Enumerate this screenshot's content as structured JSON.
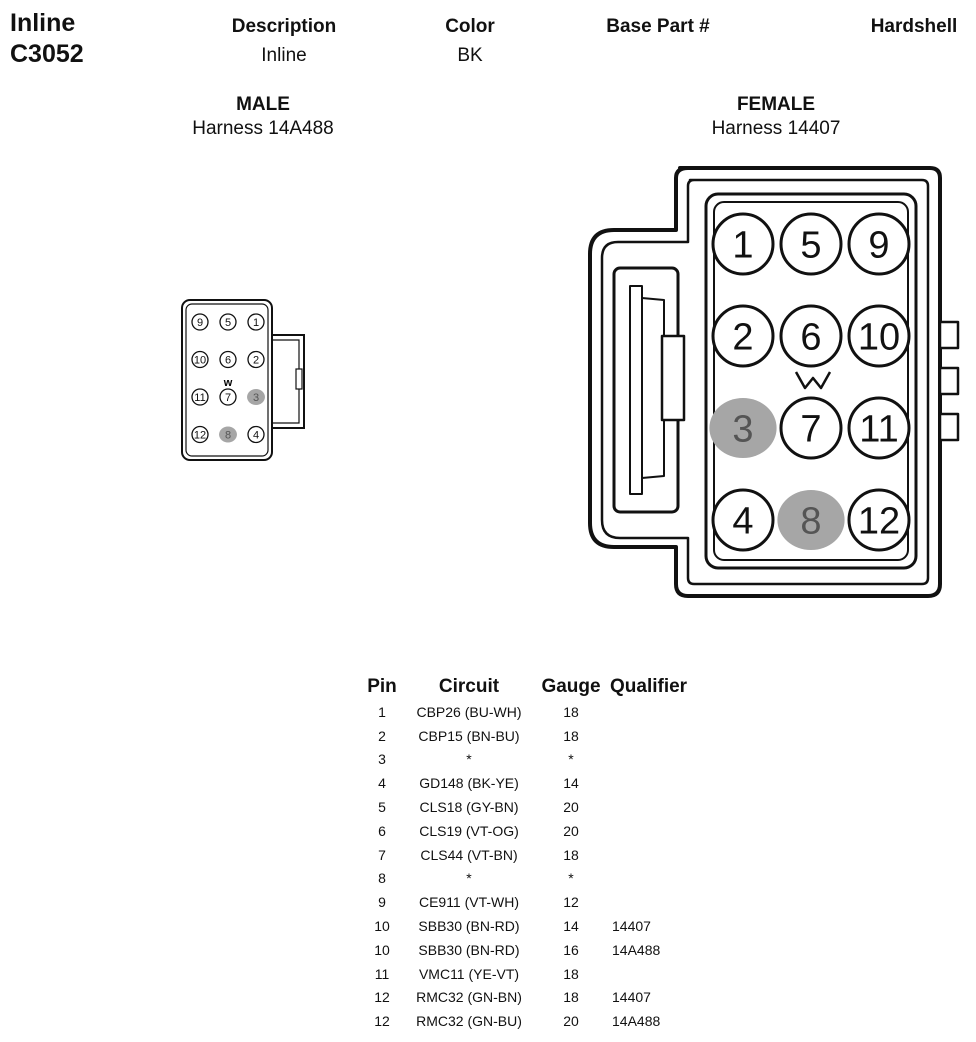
{
  "header": {
    "title_line1": "Inline",
    "title_line2": "C3052",
    "description_label": "Description",
    "description_value": "Inline",
    "color_label": "Color",
    "color_value": "BK",
    "base_part_label": "Base Part #",
    "base_part_value": "",
    "hardshell_label": "Hardshell"
  },
  "male": {
    "title": "MALE",
    "harness": "Harness 14A488",
    "pins": [
      "9",
      "5",
      "1",
      "10",
      "6",
      "2",
      "11",
      "7",
      "3",
      "12",
      "8",
      "4"
    ],
    "key_mark": "w"
  },
  "female": {
    "title": "FEMALE",
    "harness": "Harness 14407",
    "pins": [
      "1",
      "5",
      "9",
      "2",
      "6",
      "10",
      "3",
      "7",
      "11",
      "4",
      "8",
      "12"
    ]
  },
  "unused_pins": [
    "3",
    "8"
  ],
  "colors": {
    "unused_fill": "#a6a6a6",
    "line": "#111111"
  },
  "pin_table": {
    "headers": {
      "pin": "Pin",
      "circuit": "Circuit",
      "gauge": "Gauge",
      "qualifier": "Qualifier"
    },
    "rows": [
      {
        "pin": "1",
        "circuit": "CBP26 (BU-WH)",
        "gauge": "18",
        "qualifier": ""
      },
      {
        "pin": "2",
        "circuit": "CBP15 (BN-BU)",
        "gauge": "18",
        "qualifier": ""
      },
      {
        "pin": "3",
        "circuit": "*",
        "gauge": "*",
        "qualifier": ""
      },
      {
        "pin": "4",
        "circuit": "GD148 (BK-YE)",
        "gauge": "14",
        "qualifier": ""
      },
      {
        "pin": "5",
        "circuit": "CLS18 (GY-BN)",
        "gauge": "20",
        "qualifier": ""
      },
      {
        "pin": "6",
        "circuit": "CLS19 (VT-OG)",
        "gauge": "20",
        "qualifier": ""
      },
      {
        "pin": "7",
        "circuit": "CLS44 (VT-BN)",
        "gauge": "18",
        "qualifier": ""
      },
      {
        "pin": "8",
        "circuit": "*",
        "gauge": "*",
        "qualifier": ""
      },
      {
        "pin": "9",
        "circuit": "CE911 (VT-WH)",
        "gauge": "12",
        "qualifier": ""
      },
      {
        "pin": "10",
        "circuit": "SBB30 (BN-RD)",
        "gauge": "14",
        "qualifier": "14407"
      },
      {
        "pin": "10",
        "circuit": "SBB30 (BN-RD)",
        "gauge": "16",
        "qualifier": "14A488"
      },
      {
        "pin": "11",
        "circuit": "VMC11 (YE-VT)",
        "gauge": "18",
        "qualifier": ""
      },
      {
        "pin": "12",
        "circuit": "RMC32 (GN-BN)",
        "gauge": "18",
        "qualifier": "14407"
      },
      {
        "pin": "12",
        "circuit": "RMC32 (GN-BU)",
        "gauge": "20",
        "qualifier": "14A488"
      }
    ]
  }
}
